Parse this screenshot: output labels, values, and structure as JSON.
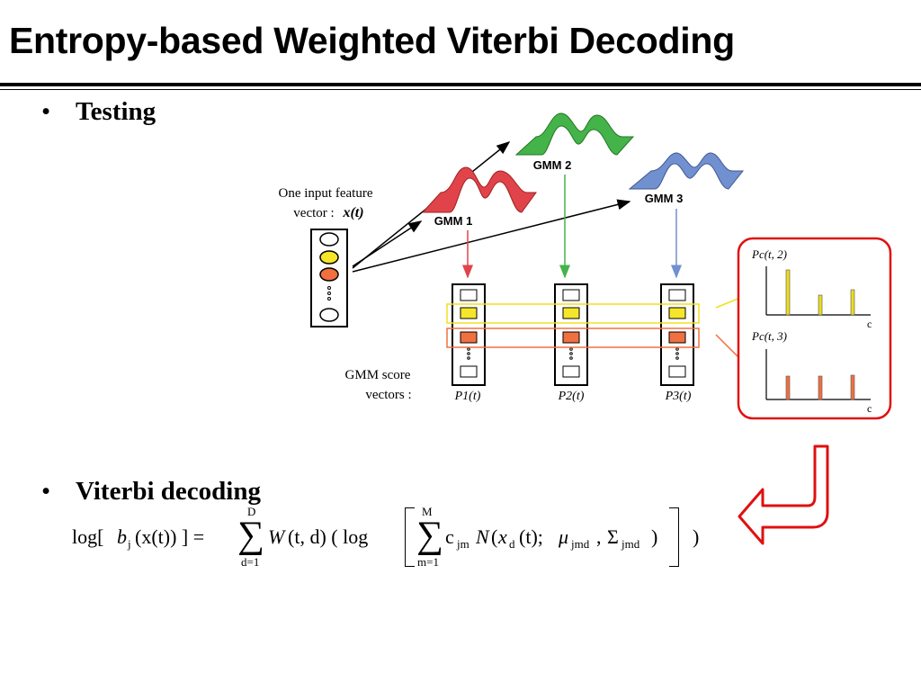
{
  "slide": {
    "title": "Entropy-based Weighted Viterbi Decoding"
  },
  "bullets": [
    {
      "marker": "•",
      "label": "Testing"
    },
    {
      "marker": "•",
      "label": "Viterbi decoding"
    }
  ],
  "diagram": {
    "input_caption_line1": "One input feature",
    "input_caption_line2_prefix": "vector :",
    "input_caption_symbol": "x(t)",
    "gmm_labels": [
      "GMM 1",
      "GMM 2",
      "GMM 3"
    ],
    "score_caption_line1": "GMM score",
    "score_caption_line2": "vectors :",
    "score_vector_labels": [
      "P1(t)",
      "P2(t)",
      "P3(t)"
    ],
    "entropy_plot_labels": [
      "Pc(t, 2)",
      "Pc(t, 3)"
    ],
    "entropy_plot_axis_label": "c",
    "colors": {
      "gmm1": "#e0444a",
      "gmm2": "#44b44a",
      "gmm3": "#7090d0",
      "highlight_yellow": "#f0e020",
      "highlight_orange": "#f07040",
      "box_red": "#e01010"
    }
  },
  "formula": {
    "lhs_log": "log[",
    "lhs_b": "b",
    "lhs_j": "j",
    "lhs_arg": "(x(t)) ] =",
    "sum1_upper": "D",
    "sum1_lower": "d=1",
    "weight": "W",
    "weight_args": "(t, d) ( log",
    "sum2_upper": "M",
    "sum2_lower": "m=1",
    "coef": "c",
    "coef_sub": "jm",
    "normal": "N",
    "x_sub": "d",
    "args_mid": "(t);",
    "mu": "μ",
    "mu_sub": "jmd",
    "sigma": "Σ",
    "sigma_sub": "jmd",
    "close": ")",
    "final_close": ")"
  }
}
